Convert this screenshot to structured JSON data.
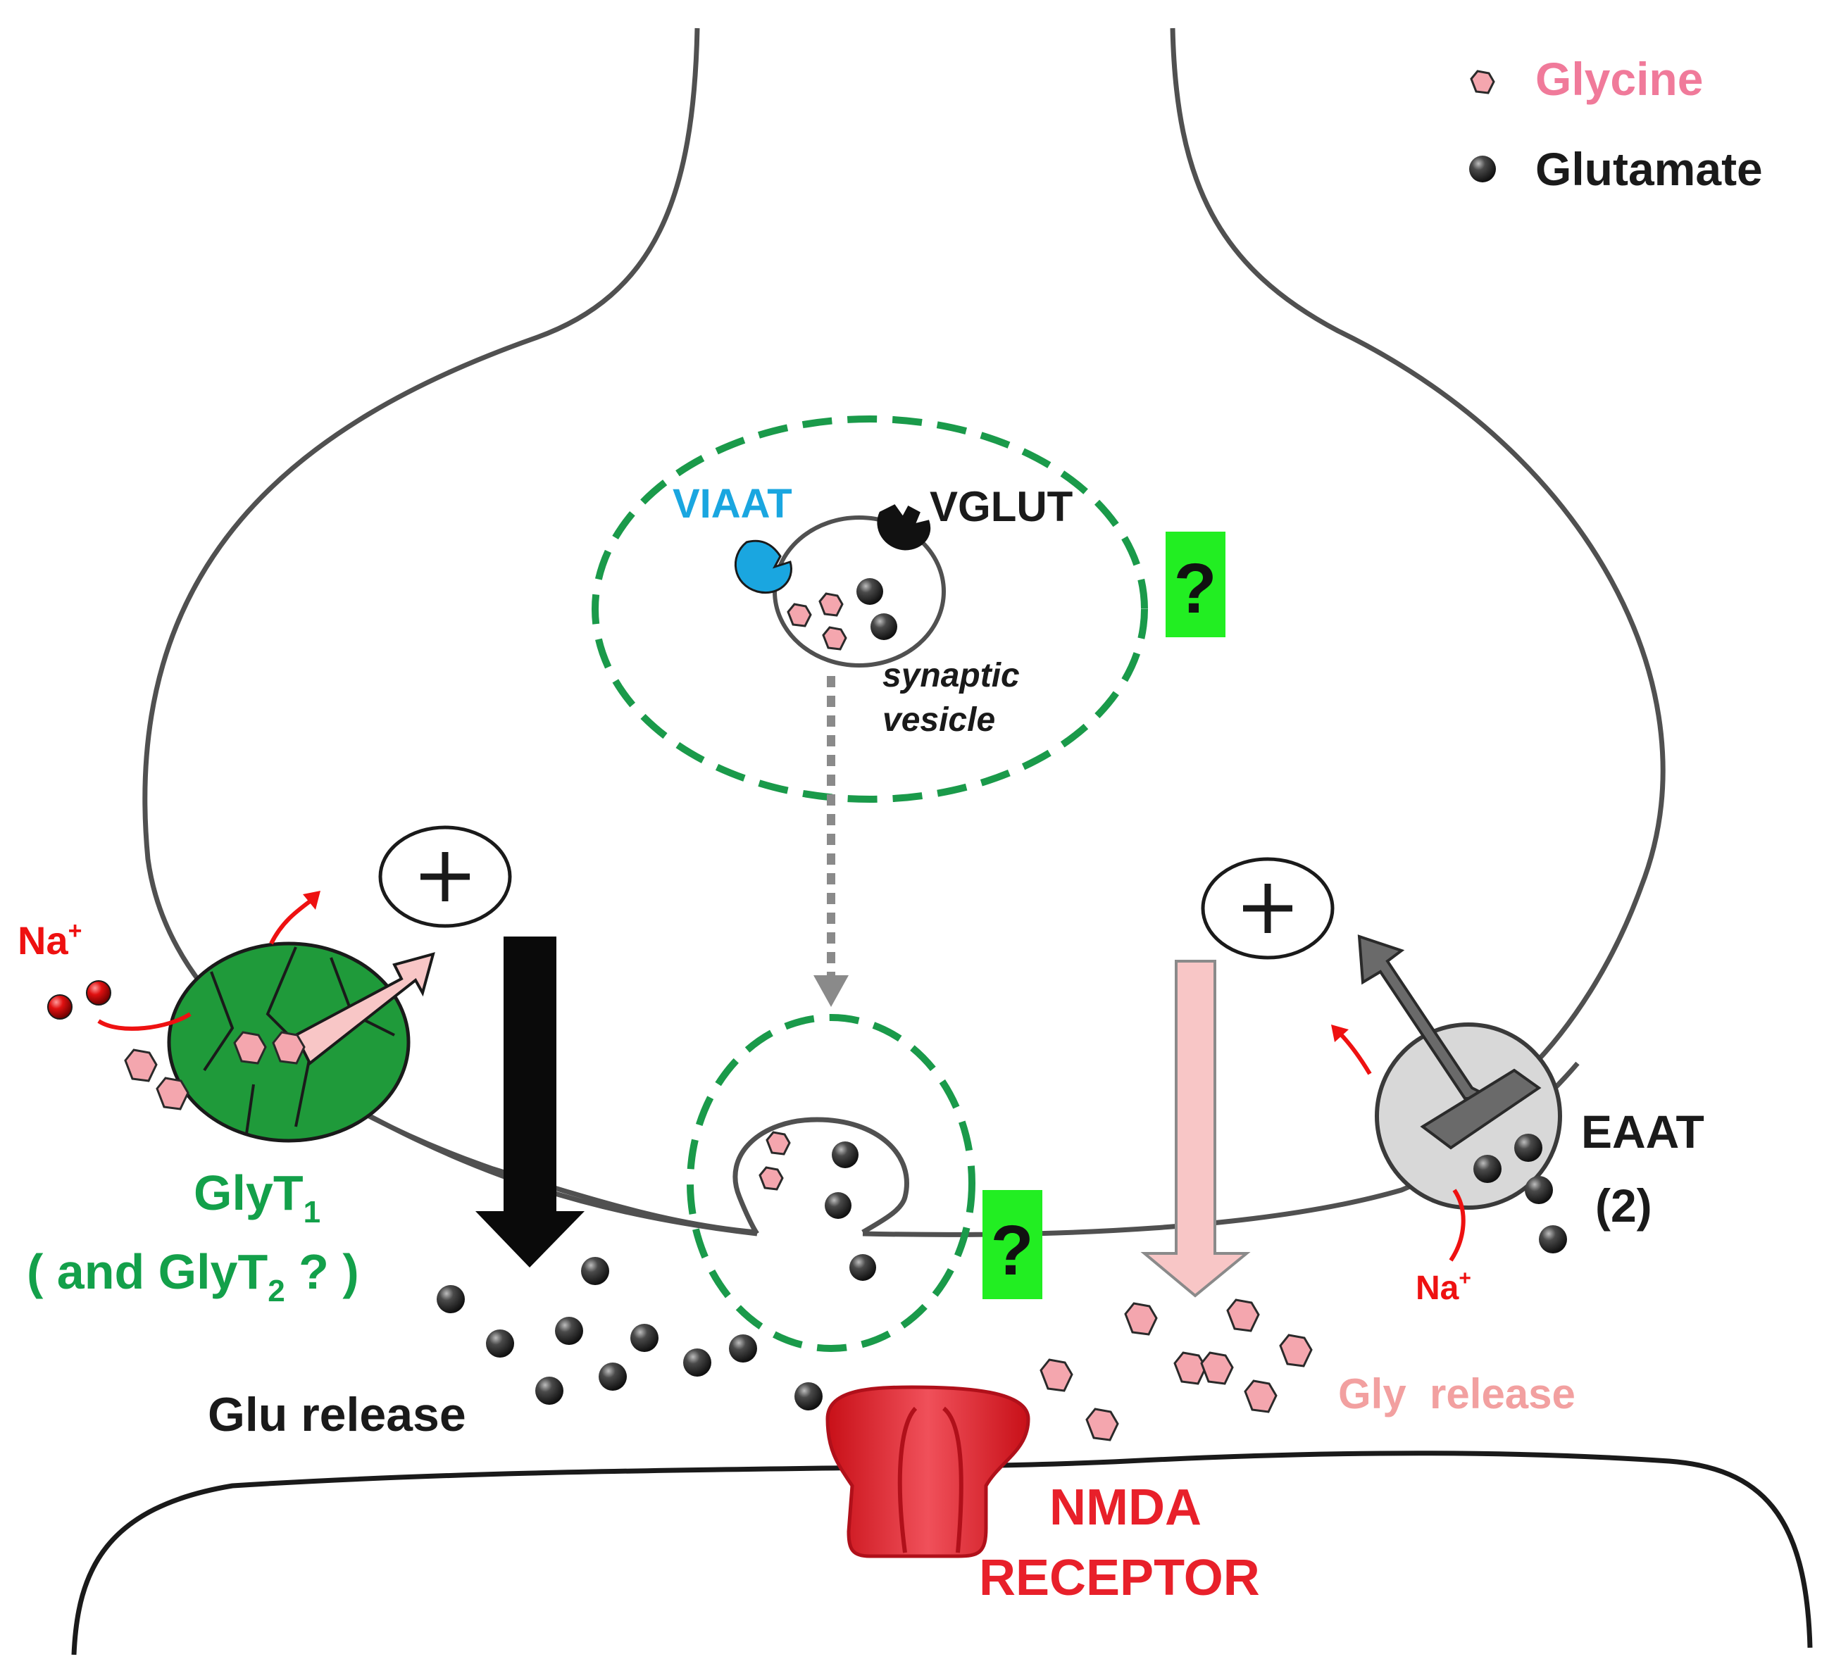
{
  "legend": {
    "glycine_label": "Glycine",
    "glutamate_label": "Glutamate"
  },
  "labels": {
    "viaat": "VIAAT",
    "vglut": "VGLUT",
    "vesicle_line1": "synaptic",
    "vesicle_line2": "vesicle",
    "question_mark": "?",
    "plus": "+",
    "sodium_left": "Na",
    "sodium_right": "Na",
    "sodium_superscript": "+",
    "glyt_main": "GlyT",
    "glyt_sub": "1",
    "glyt2_prefix": "( and GlyT",
    "glyt2_sub": "2",
    "glyt2_suffix": " ? )",
    "eaat_line1": "EAAT",
    "eaat_line2": "(2)",
    "glu_release": "Glu release",
    "gly_release": "Gly  release",
    "nmda_line1": "NMDA",
    "nmda_line2": "RECEPTOR"
  },
  "colors": {
    "glycine": "#f4a0a8",
    "glycine_text": "#f07a9a",
    "glutamate": "#2a2a2a",
    "membrane": "#505050",
    "glyt_green": "#1f9a3a",
    "glyt_text": "#13a04a",
    "viaat_blue": "#1aa6e0",
    "sodium_red": "#ee1111",
    "question_bg": "#22ee22",
    "nmda_red": "#e8202a",
    "gly_release_text": "#f2a0a0",
    "eaat_gray": "#d8d8d8",
    "eaat_arrow": "#6a6a6a"
  }
}
